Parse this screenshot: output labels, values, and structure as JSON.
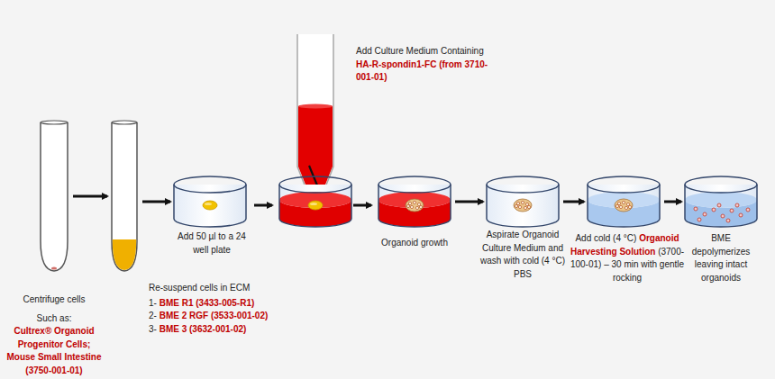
{
  "diagram": {
    "nodes": [
      {
        "text": [
          "Centrifuge cells",
          "Such as:",
          "Cultrex® Organoid Progenitor Cells; Mouse Small Intestine (3750-001-01)"
        ]
      },
      {
        "text": [
          "Re-suspend cells in ECM",
          "1-",
          "BME R1 (3433-005-R1)",
          "2-",
          "BME 2 RGF (3533-001-02)",
          "3-",
          "BME 3 (3632-001-02)"
        ]
      },
      {
        "text": [
          "Add 50 µl to a 24 well plate"
        ]
      },
      {
        "text": [
          "Add Culture Medium Containing",
          "HA-R-spondin1-FC (from 3710-001-01)"
        ]
      },
      {
        "text": [
          "Organoid growth"
        ]
      },
      {
        "text": [
          "Aspirate Organoid Culture Medium and wash with cold (4 °C) PBS"
        ]
      },
      {
        "text": [
          "Add cold (4 °C)",
          "Organoid Harvesting Solution",
          "(3700-100-01) – 30 min with gentle rocking"
        ]
      },
      {
        "text": [
          "BME depolymerizes leaving intact organoids"
        ]
      }
    ],
    "edges": [
      {
        "from": 0,
        "to": 1,
        "arrow": "to"
      },
      {
        "from": 1,
        "to": 2,
        "arrow": "to"
      },
      {
        "from": 4,
        "to": 5,
        "arrow": "to"
      },
      {
        "from": 5,
        "to": 6,
        "arrow": "to"
      },
      {
        "from": 6,
        "to": 7,
        "arrow": "to"
      }
    ]
  }
}
